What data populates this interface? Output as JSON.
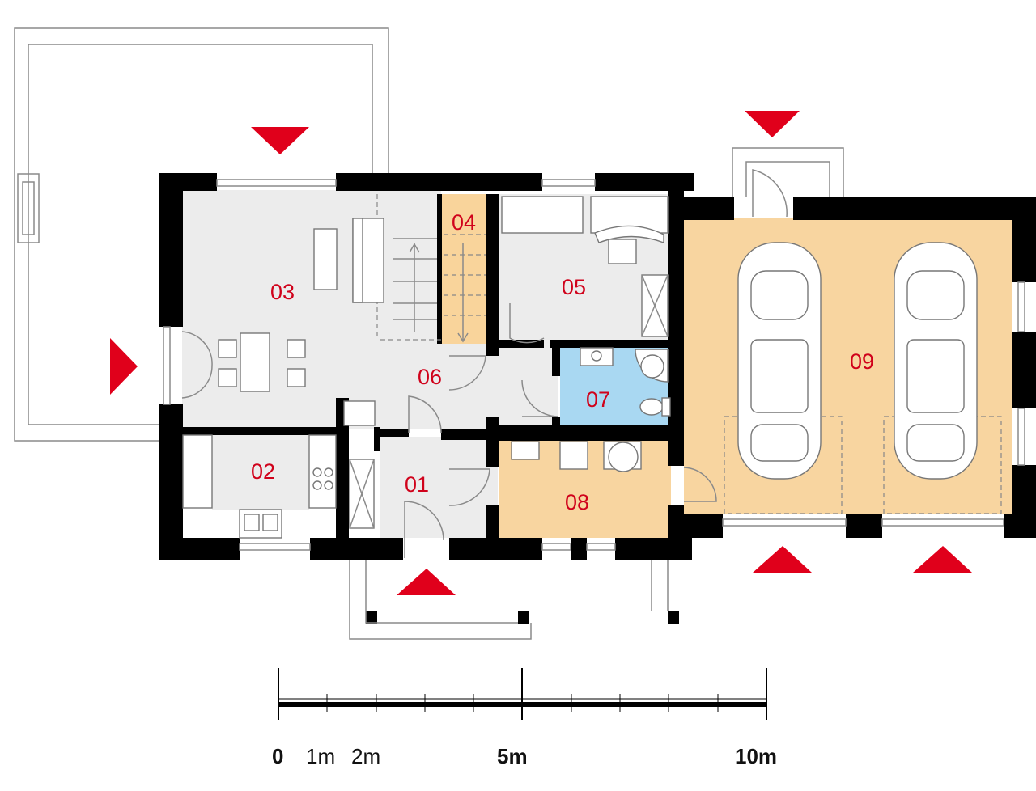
{
  "rooms": [
    {
      "id": "r01",
      "label": "01"
    },
    {
      "id": "r02",
      "label": "02"
    },
    {
      "id": "r03",
      "label": "03"
    },
    {
      "id": "r04",
      "label": "04"
    },
    {
      "id": "r05",
      "label": "05"
    },
    {
      "id": "r06",
      "label": "06"
    },
    {
      "id": "r07",
      "label": "07"
    },
    {
      "id": "r08",
      "label": "08"
    },
    {
      "id": "r09",
      "label": "09"
    }
  ],
  "scale_bar": {
    "labels": [
      "0",
      "1m",
      "2m",
      "5m",
      "10m"
    ],
    "max_meters": 10
  },
  "colors": {
    "label_red": "#d0021b",
    "arrow_red": "#e0001b",
    "floor_gray": "#ececec",
    "stair_orange": "#f9d49b",
    "garage_tan": "#f8d5a0",
    "bath_blue": "#a9d8f2",
    "wall": "#000000"
  },
  "icons": [
    "entrance-arrow-icon",
    "car-icon",
    "stair-icon",
    "door-swing-icon"
  ]
}
